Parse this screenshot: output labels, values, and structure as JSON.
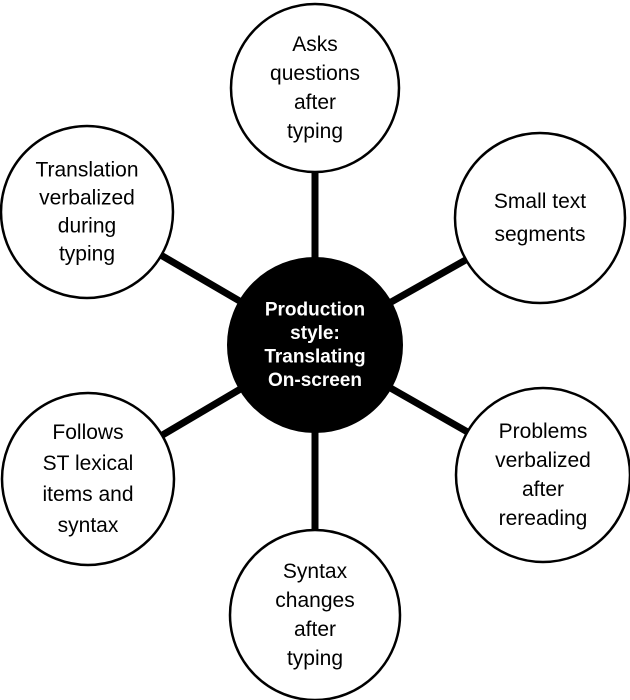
{
  "center": {
    "lines": [
      "Production",
      "style:",
      "Translating",
      "On-screen"
    ],
    "fill": "#000000",
    "text_color": "#ffffff"
  },
  "nodes": [
    {
      "id": "asks-questions-after-typing",
      "lines": [
        "Asks",
        "questions",
        "after",
        "typing"
      ]
    },
    {
      "id": "small-text-segments",
      "lines": [
        "Small text",
        "segments"
      ]
    },
    {
      "id": "problems-verbalized-after-rereading",
      "lines": [
        "Problems",
        "verbalized",
        "after",
        "rereading"
      ]
    },
    {
      "id": "syntax-changes-after-typing",
      "lines": [
        "Syntax",
        "changes",
        "after",
        "typing"
      ]
    },
    {
      "id": "follows-st-lexical-items-and-syntax",
      "lines": [
        "Follows",
        "ST lexical",
        "items and",
        "syntax"
      ]
    },
    {
      "id": "translation-verbalized-during-typing",
      "lines": [
        "Translation",
        "verbalized",
        "during",
        "typing"
      ]
    }
  ],
  "colors": {
    "stroke": "#000000",
    "node_fill": "#ffffff"
  }
}
